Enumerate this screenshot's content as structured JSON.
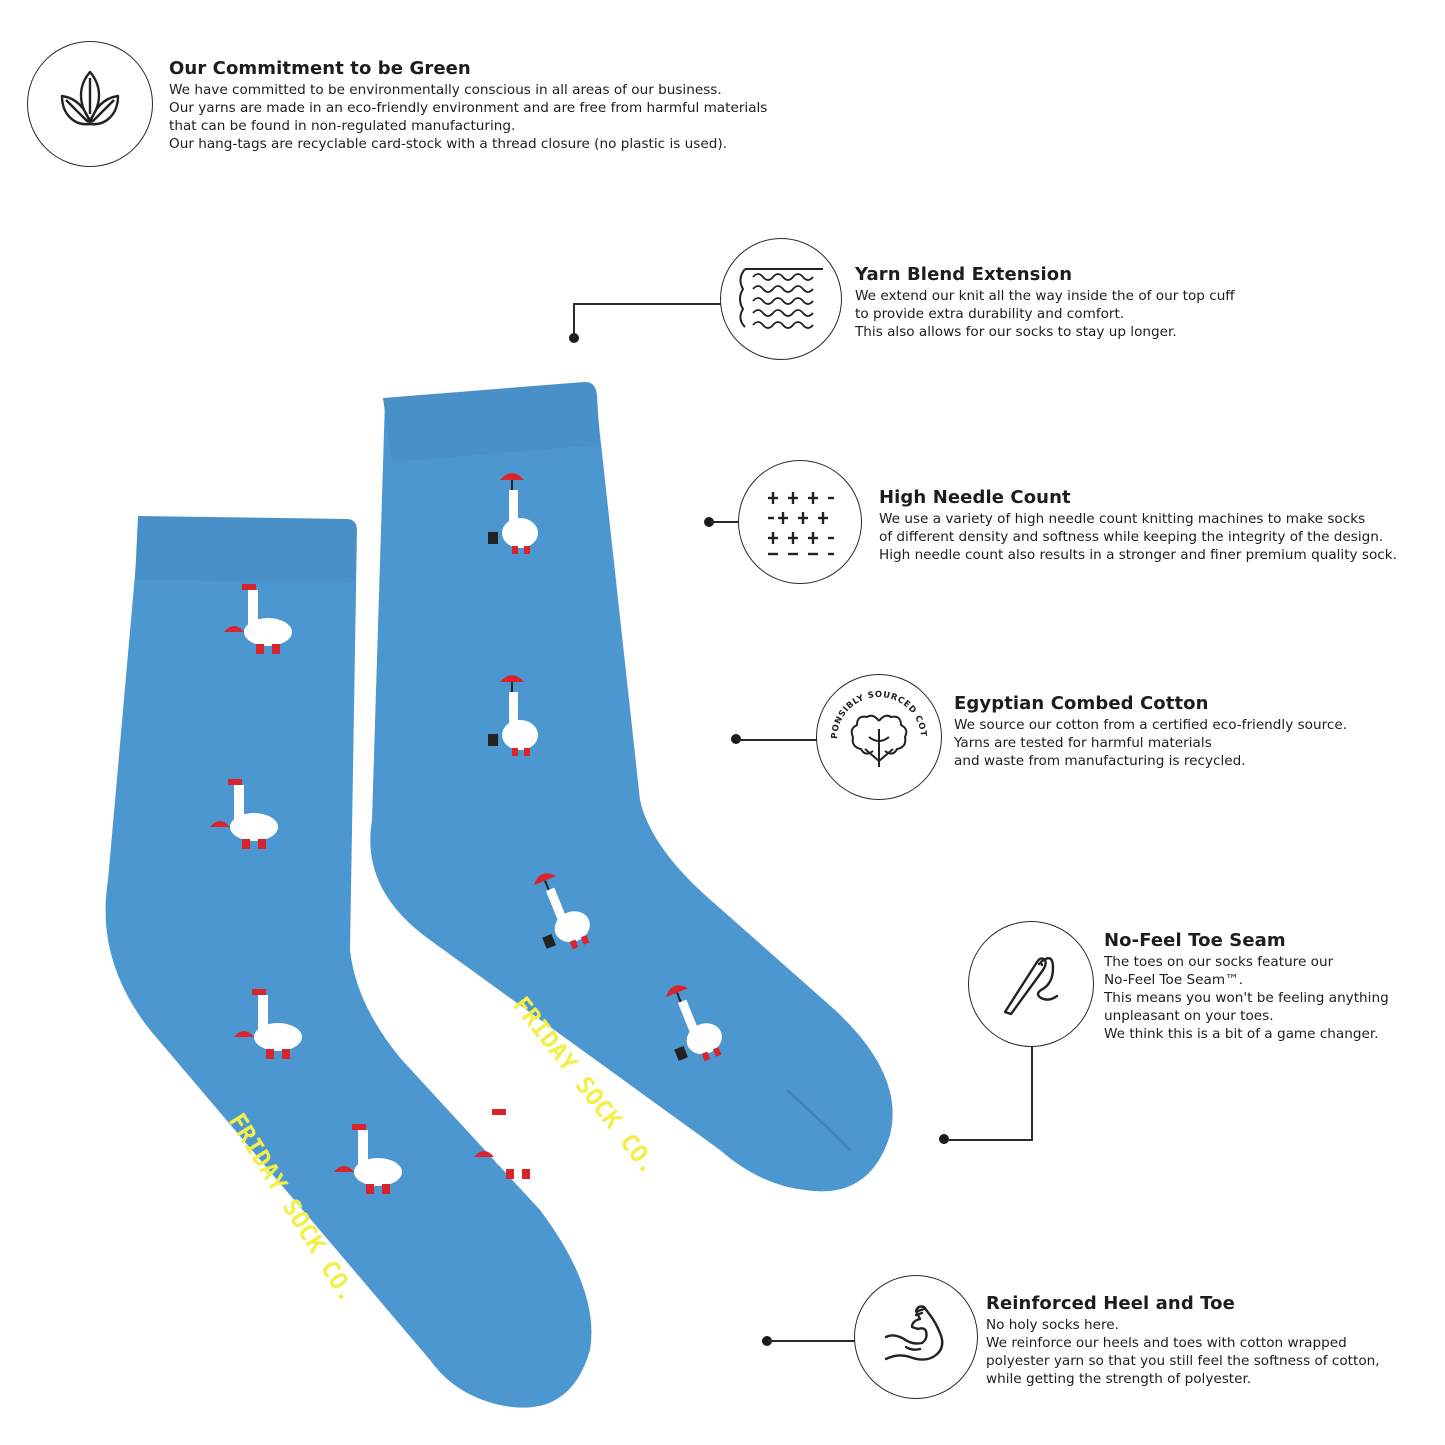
{
  "commitment": {
    "title": "Our Commitment to be Green",
    "lines": [
      "We have committed to be environmentally conscious in all areas of our business.",
      "Our yarns are made in an eco-friendly environment and are free from harmful materials",
      "that can be found in non-regulated manufacturing.",
      "Our hang-tags are recyclable card-stock with a thread closure (no plastic is used)."
    ],
    "icon": "leaf-icon"
  },
  "features": [
    {
      "id": "yarn-blend",
      "title": "Yarn Blend Extension",
      "icon": "knit-icon",
      "lines": [
        "We extend our knit all the way inside the of our top cuff",
        "to provide extra durability and comfort.",
        "This also allows for our socks to stay up longer."
      ]
    },
    {
      "id": "needle-count",
      "title": "High Needle Count",
      "icon": "needle-grid-icon",
      "lines": [
        "We use a variety of high needle count knitting machines to make socks",
        "of different density and softness while keeping the integrity of the design.",
        "High needle count also results in a stronger and finer premium quality sock."
      ]
    },
    {
      "id": "cotton",
      "title": "Egyptian Combed Cotton",
      "icon": "cotton-flower-icon",
      "badge_text": "RESPONSIBLY SOURCED COTTON",
      "lines": [
        "We source our cotton from a certified eco-friendly source.",
        "Yarns are tested for harmful materials",
        "and waste from manufacturing is recycled."
      ]
    },
    {
      "id": "toe-seam",
      "title": "No-Feel Toe Seam",
      "icon": "needle-thread-icon",
      "lines": [
        "The toes on our socks feature our",
        "No-Feel Toe Seam™.",
        "This means you won't be feeling anything",
        "unpleasant on your toes.",
        "We think this is a bit of a game changer."
      ]
    },
    {
      "id": "heel-toe",
      "title": "Reinforced Heel and Toe",
      "icon": "flexed-arm-icon",
      "lines": [
        "No holy socks here.",
        "We reinforce our heels and toes with cotton wrapped",
        "polyester yarn so that you still feel the softness of cotton,",
        "while getting the strength of polyester."
      ]
    }
  ],
  "product": {
    "brand_text": "FRIDAY SOCK CO.",
    "sock_color": "#4d97d1",
    "cuff_color": "#4a93cc",
    "brand_text_color": "#f3ef4a",
    "accent_red": "#d9232d"
  }
}
